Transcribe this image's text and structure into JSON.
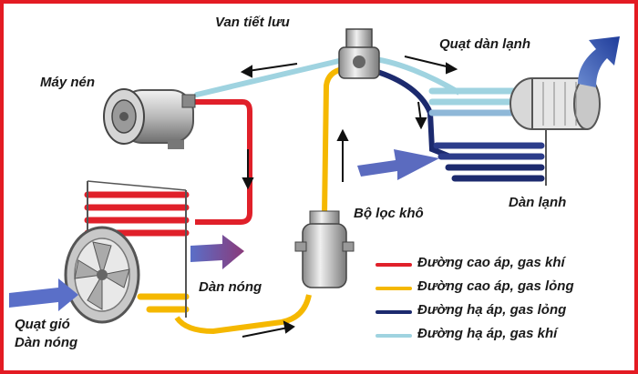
{
  "labels": {
    "expansion_valve": "Van tiết lưu",
    "compressor": "Máy nén",
    "evaporator_fan": "Quạt dàn lạnh",
    "evaporator": "Dàn lạnh",
    "receiver_drier": "Bộ lọc khô",
    "condenser": "Dàn nóng",
    "condenser_fan_line1": "Quạt gió",
    "condenser_fan_line2": "Dàn nóng"
  },
  "legend": [
    {
      "label": "Đường cao áp, gas khí",
      "color": "#e0202a"
    },
    {
      "label": "Đường cao áp, gas lỏng",
      "color": "#f5b800"
    },
    {
      "label": "Đường hạ áp, gas lỏng",
      "color": "#1c2a6e"
    },
    {
      "label": "Đường hạ áp, gas khí",
      "color": "#9fd3e0"
    }
  ],
  "colors": {
    "frame": "#e31b23",
    "flow_arrow": "#5b6bbf"
  }
}
